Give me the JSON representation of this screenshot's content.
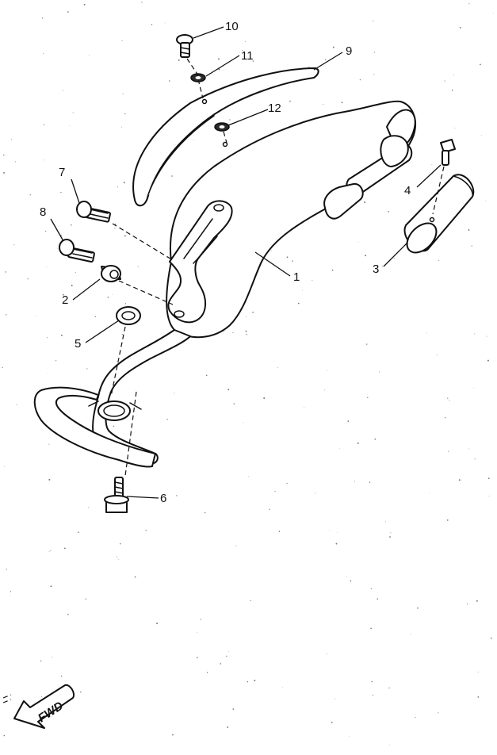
{
  "callouts": [
    {
      "id": "1",
      "label": "1"
    },
    {
      "id": "2",
      "label": "2"
    },
    {
      "id": "3",
      "label": "3"
    },
    {
      "id": "4",
      "label": "4"
    },
    {
      "id": "5",
      "label": "5"
    },
    {
      "id": "6",
      "label": "6"
    },
    {
      "id": "7",
      "label": "7"
    },
    {
      "id": "8",
      "label": "8"
    },
    {
      "id": "9",
      "label": "9"
    },
    {
      "id": "10",
      "label": "10"
    },
    {
      "id": "11",
      "label": "11"
    },
    {
      "id": "12",
      "label": "12"
    }
  ],
  "direction_badge": {
    "label": "FWD"
  }
}
